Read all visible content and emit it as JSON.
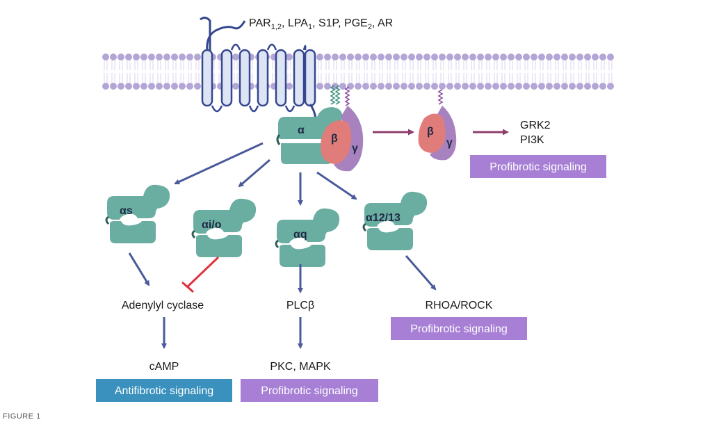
{
  "receptors": {
    "par": "PAR",
    "par_sub": "1,2",
    "lpa": ", LPA",
    "lpa_sub": "1",
    "s1p": ", S1P, PGE",
    "pge_sub": "2",
    "ar": ", AR"
  },
  "heterotrimer": {
    "alpha": "α",
    "beta": "β",
    "gamma": "γ"
  },
  "betagamma": {
    "beta": "β",
    "gamma": "γ",
    "targets": [
      "GRK2",
      "PI3K"
    ],
    "box": "Profibrotic signaling"
  },
  "subunits": [
    {
      "label": "αs",
      "effector": "Adenylyl cyclase",
      "product": "cAMP",
      "box": "Antifibrotic signaling"
    },
    {
      "label": "αi/o"
    },
    {
      "label": "αq",
      "effector": "PLCβ",
      "product": "PKC, MAPK",
      "box": "Profibrotic signaling"
    },
    {
      "label": "α12/13",
      "effector": "RHOA/ROCK",
      "box": "Profibrotic signaling"
    }
  ],
  "colors": {
    "membrane": "#b3a6d6",
    "receptor_fill": "#dde4f3",
    "receptor_stroke": "#36478f",
    "alpha": "#6aaea2",
    "beta": "#e07d7a",
    "gamma": "#a782be",
    "arrow": "#4a5a9a",
    "arrow_purple": "#8e3e6a",
    "inhibit": "#e0323e",
    "box_pro": "#a77fd5",
    "box_anti": "#3a91bd"
  },
  "caption": "FIGURE 1"
}
